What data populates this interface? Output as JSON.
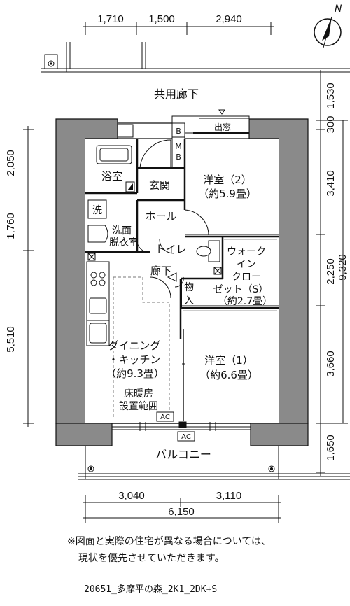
{
  "dimensions": {
    "top": [
      "1,710",
      "1,500",
      "2,940"
    ],
    "bottom": [
      "3,040",
      "3,110"
    ],
    "bottom_total": "6,150",
    "left": [
      "2,050",
      "1,760",
      "5,510"
    ],
    "right_outer": [
      "1,530",
      "300",
      "3,410",
      "2,250",
      "3,660",
      "1,650"
    ],
    "right_total": "9,320"
  },
  "north_label": "N",
  "labels": {
    "corridor": "共用廊下",
    "bay_window": "出窓",
    "b1": "B",
    "mb_m": "M",
    "mb_b": "B",
    "bath": "浴室",
    "entrance": "玄関",
    "hall": "ホール",
    "washer": "洗",
    "washroom_1": "洗面",
    "washroom_2": "脱衣室",
    "toilet": "トイレ",
    "hallway": "廊下",
    "storage_1": "物",
    "storage_2": "入",
    "wic_1": "ウォーク",
    "wic_2": "イン",
    "wic_3": "クロー",
    "wic_4": "ゼット（S）",
    "wic_5": "（約2.7畳）",
    "room2_name": "洋室（2）",
    "room2_size": "（約5.9畳）",
    "room1_name": "洋室（1）",
    "room1_size": "（約6.6畳）",
    "dk_1": "ダイニング",
    "dk_2": "・キッチン",
    "dk_3": "（約9.3畳）",
    "floorheat_1": "床暖房",
    "floorheat_2": "設置範囲",
    "ac_inner": "AC",
    "ac_outer": "AC",
    "balcony": "バルコニー"
  },
  "notice": {
    "line1": "※図面と実際の住宅が異なる場合については、",
    "line2": "現状を優先させていただきます。"
  },
  "file_id": "20651_多摩平の森_2K1_2DK+S"
}
